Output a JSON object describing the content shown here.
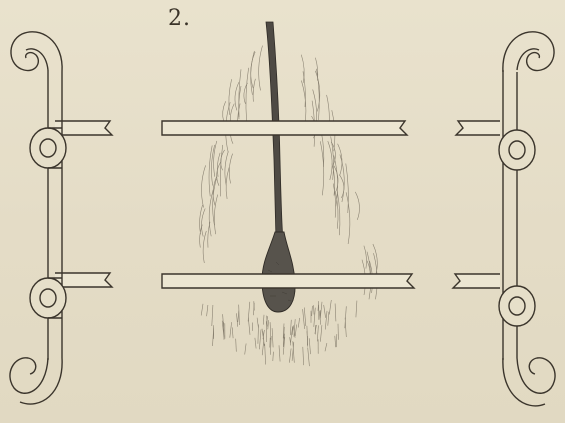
{
  "figure": {
    "number": "2.",
    "colors": {
      "paper": "#e6dfc9",
      "ink": "#3b352c",
      "bar_fill": "#ece6d2",
      "hair_shading": "#6b6355",
      "bulb_dark": "#4e4a44"
    },
    "parts": [
      "left-hook-rod",
      "right-hook-rod",
      "upper-horizontal-bars",
      "lower-horizontal-bars",
      "hair-shaft",
      "hair-bulb",
      "hair-follicle-sheath"
    ]
  }
}
